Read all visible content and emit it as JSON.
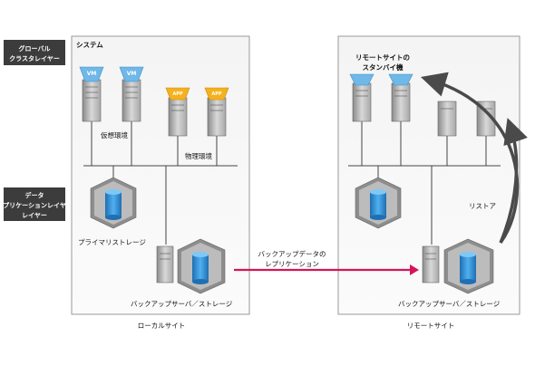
{
  "layers": {
    "global": [
      "グローバル",
      "クラスタレイヤー"
    ],
    "data": [
      "データ",
      "レプリケーションレイヤー",
      "レイヤー"
    ]
  },
  "local": {
    "system_title": "システム",
    "virtual_label": "仮想環境",
    "physical_label": "物理環境",
    "primary_storage_label": "プライマリストレージ",
    "backup_label": "バックアップサーバ／ストレージ",
    "site_label": "ローカルサイト",
    "vm_badge": "VM",
    "app_badge": "APP"
  },
  "replication": {
    "line1": "バックアップデータの",
    "line2": "レプリケーション"
  },
  "remote": {
    "standby_line1": "リモートサイトの",
    "standby_line2": "スタンバイ機",
    "restore_label": "リストア",
    "backup_label": "バックアップサーバ／ストレージ",
    "site_label": "リモートサイト"
  },
  "colors": {
    "layer_box": "#3c3c3c",
    "replication_arrow": "#d4145a",
    "restore_arrow": "#4a4a4a",
    "vm_badge": "#6fb8e8",
    "app_badge": "#f5b11e",
    "storage_blue": "#2a8bd4"
  }
}
